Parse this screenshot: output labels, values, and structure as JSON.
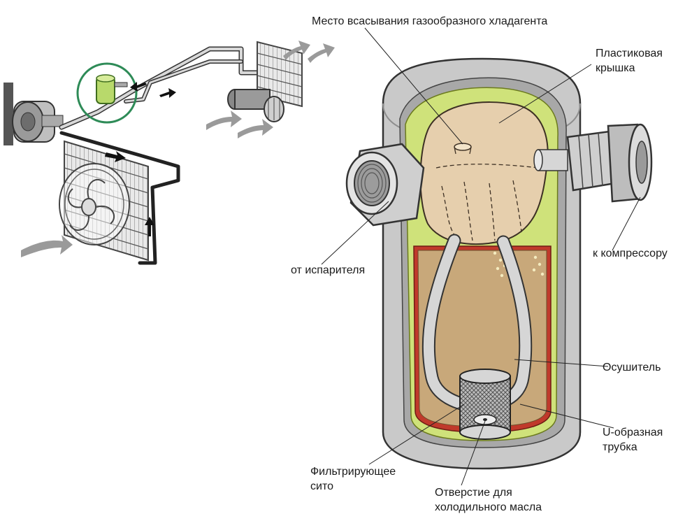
{
  "labels": {
    "suction_point": "Место всасывания газообразного хладагента",
    "plastic_cap_line1": "Пластиковая",
    "plastic_cap_line2": "крышка",
    "to_compressor": "к компрессору",
    "from_evaporator": "от испарителя",
    "desiccant": "Осушитель",
    "u_tube_line1": "U-образная",
    "u_tube_line2": "трубка",
    "filter_line1": "Фильтрирующее",
    "filter_line2": "сито",
    "oil_hole_line1": "Отверстие для",
    "oil_hole_line2": "холодильного масла"
  },
  "colors": {
    "housing": "#c9c9c9",
    "housing_dark": "#8e8e8e",
    "green_layer": "#cfe27a",
    "cap": "#e6cfad",
    "desiccant": "#c8a87a",
    "red_layer": "#c0392b",
    "tube": "#d6d6d6",
    "highlight_circle": "#2e8b57",
    "receiver_drier": "#b8d96b"
  }
}
